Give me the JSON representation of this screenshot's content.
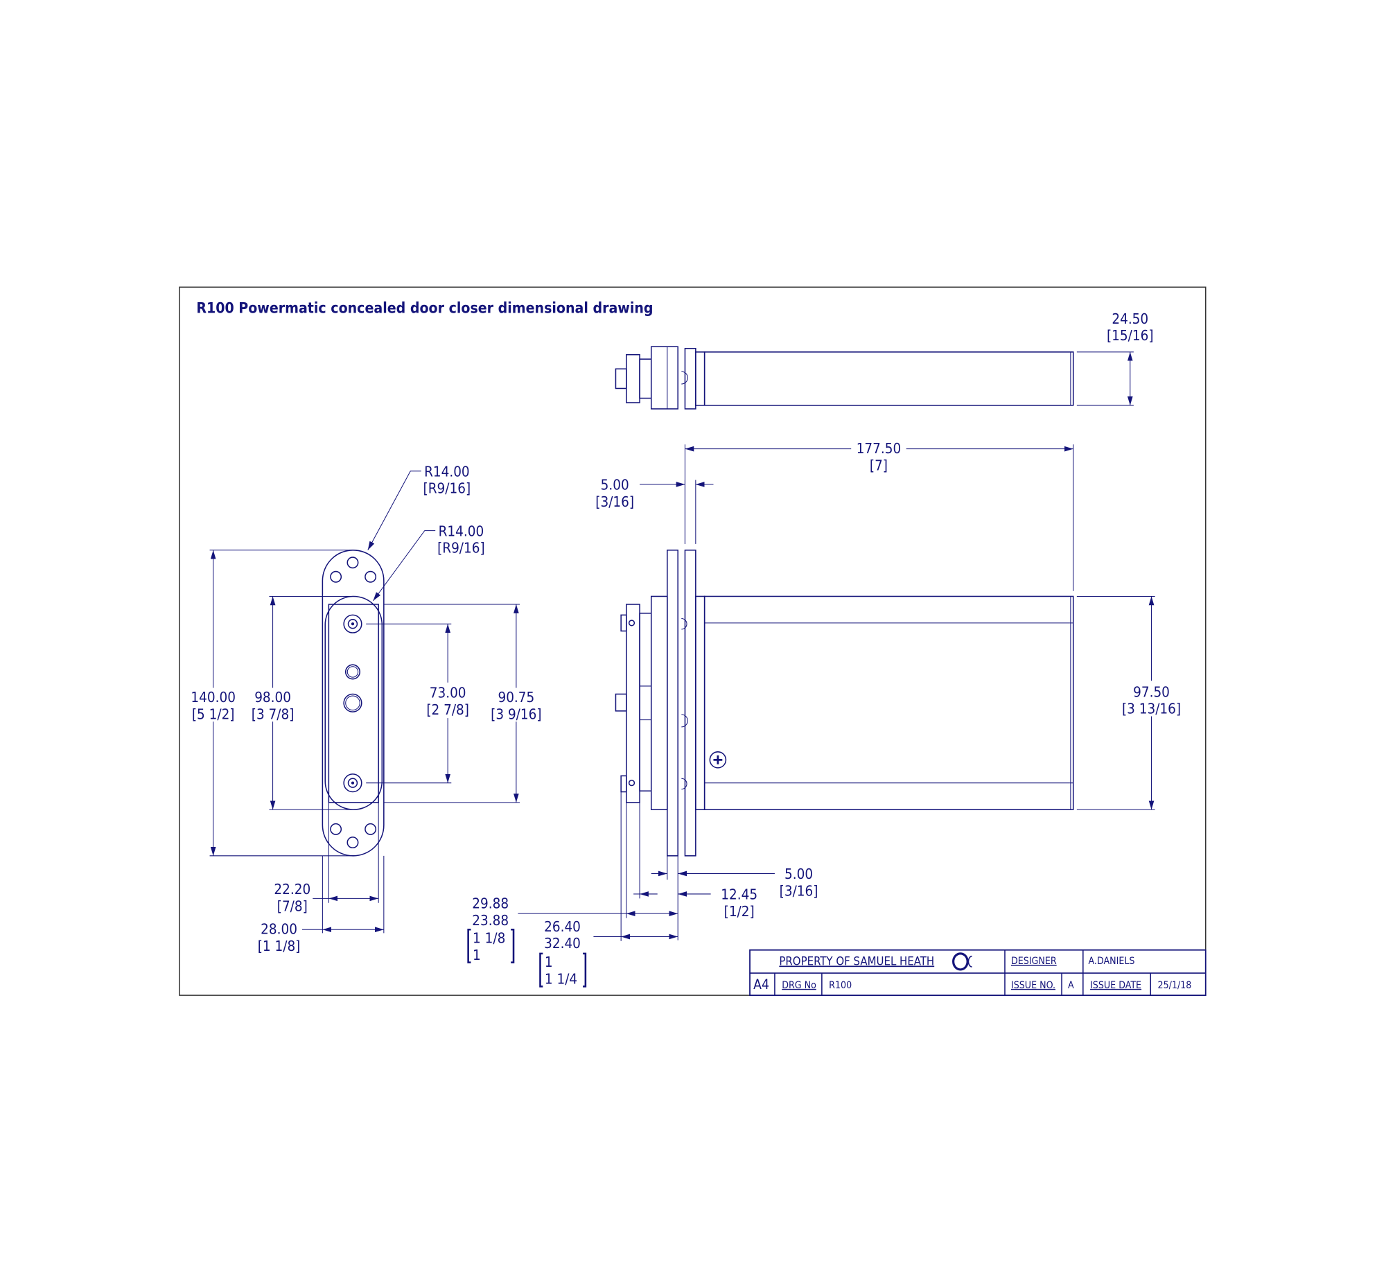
{
  "title": "R100 Powermatic concealed door closer dimensional drawing",
  "colors": {
    "ink": "#14147a",
    "frame": "#333333"
  },
  "left_view": {
    "radius_outer": {
      "value": "R14.00",
      "imperial": "[R9/16]"
    },
    "radius_inner": {
      "value": "R14.00",
      "imperial": "[R9/16]"
    },
    "height_overall": {
      "value": "140.00",
      "imperial": "[5 1/2]"
    },
    "height_plate": {
      "value": "98.00",
      "imperial": "[3 7/8]"
    },
    "screw_centres": {
      "value": "73.00",
      "imperial": "[2 7/8]"
    },
    "body_height": {
      "value": "90.75",
      "imperial": "[3 9/16]"
    },
    "body_width": {
      "value": "22.20",
      "imperial": "[7/8]"
    },
    "plate_width": {
      "value": "28.00",
      "imperial": "[1 1/8]"
    }
  },
  "top_view": {
    "diameter": {
      "value": "24.50",
      "imperial": "[15/16]"
    }
  },
  "side_view": {
    "length": {
      "value": "177.50",
      "imperial": "[7]"
    },
    "plate_thickness_top": {
      "value": "5.00",
      "imperial": "[3/16]"
    },
    "height": {
      "value": "97.50",
      "imperial": "[3 13/16]"
    },
    "plate_thickness_bottom": {
      "value": "5.00",
      "imperial": "[3/16]"
    },
    "offset": {
      "value": "12.45",
      "imperial": "[1/2]"
    },
    "range_a": {
      "value1": "29.88",
      "value2": "23.88",
      "imperial1": "1 1/8",
      "imperial2": "1"
    },
    "range_b": {
      "value1": "26.40",
      "value2": "32.40",
      "imperial1": "1",
      "imperial2": "1 1/4"
    }
  },
  "title_block": {
    "property": "PROPERTY OF SAMUEL HEATH",
    "designer_label": "DESIGNER",
    "designer": "A.DANIELS",
    "size": "A4",
    "drg_label": "DRG No",
    "drg_no": "R100",
    "issue_label": "ISSUE NO.",
    "issue_no": "A",
    "date_label": "ISSUE DATE",
    "date": "25/1/18"
  }
}
